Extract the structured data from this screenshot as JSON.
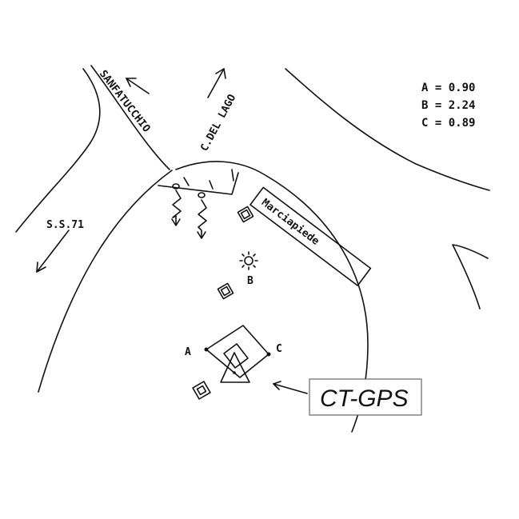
{
  "roads": {
    "sanfatucchio": "SANFATUCCHIO",
    "cdellago": "C.DEL LAGO",
    "ss71": "S.S.71"
  },
  "sidewalk_label": "Marciapiede",
  "legend": [
    {
      "label": "A",
      "value": "0.90",
      "line": "A = 0.90"
    },
    {
      "label": "B",
      "value": "2.24",
      "line": "B = 2.24"
    },
    {
      "label": "C",
      "value": "0.89",
      "line": "C = 0.89"
    }
  ],
  "points": {
    "a": "A",
    "b": "B",
    "c": "C"
  },
  "station_label": "CT-GPS",
  "icons": [
    "north-arrow-icon",
    "street-lamp-icon",
    "triangle-marker-icon",
    "square-marker-icon"
  ]
}
